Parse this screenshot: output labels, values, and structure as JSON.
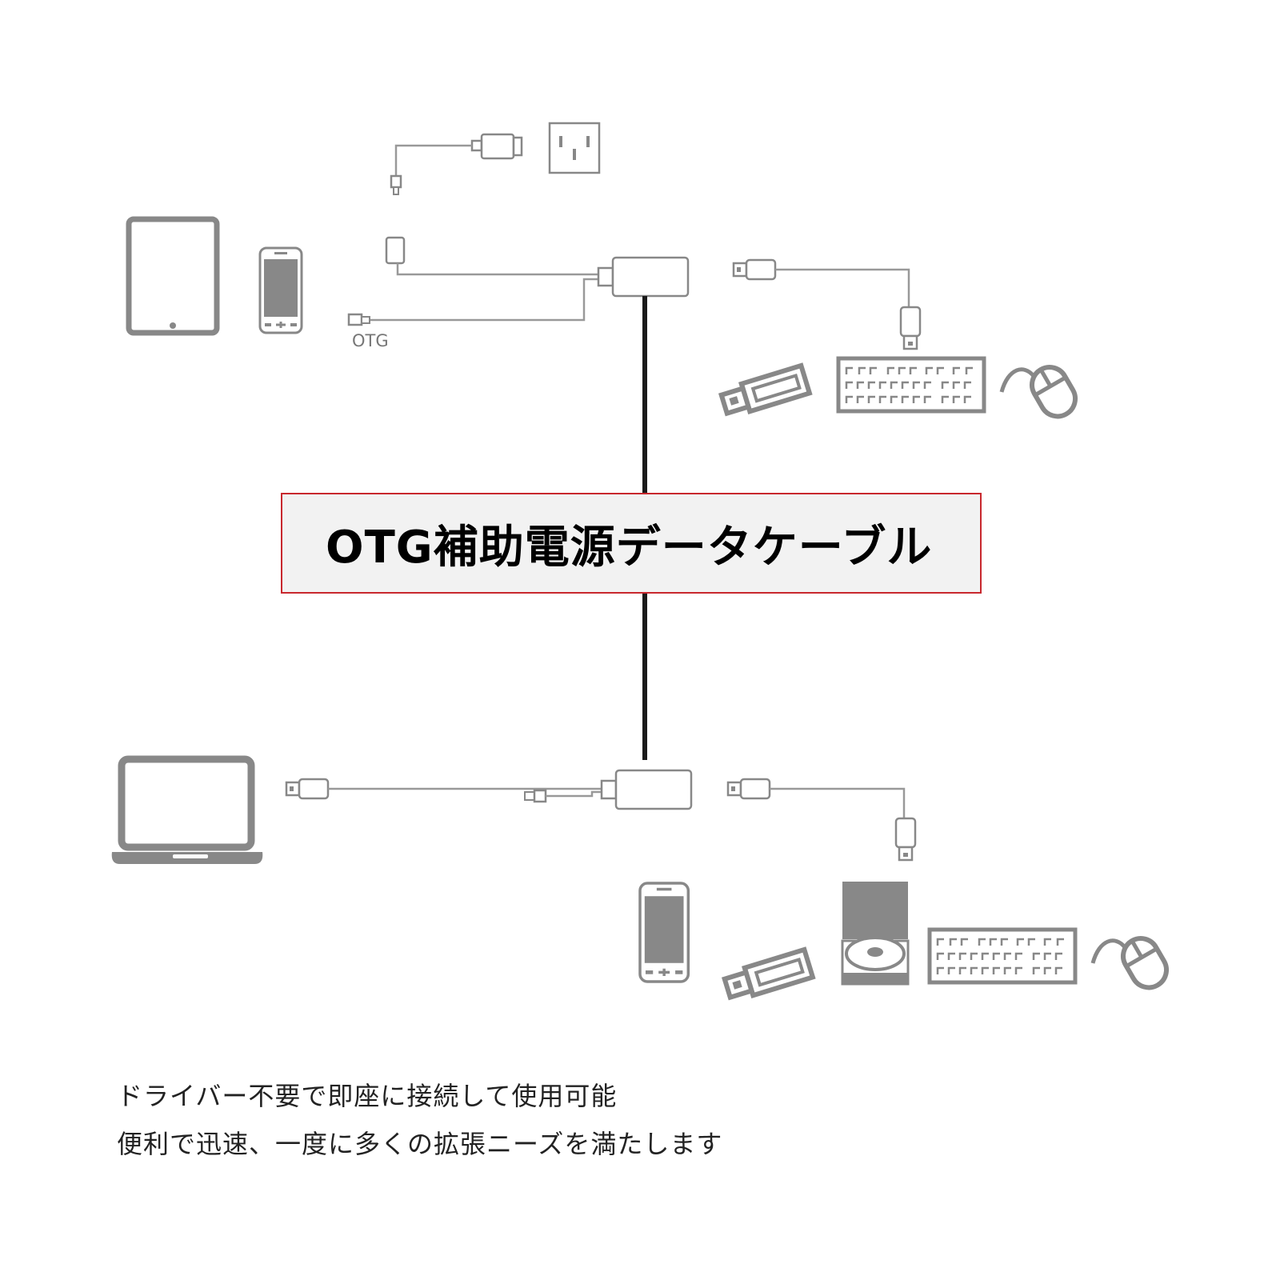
{
  "title": "OTG補助電源データケーブル",
  "otg_label": "OTG",
  "caption": {
    "line1": "ドライバー不要で即座に接続して使用可能",
    "line2": "便利で迅速、一度に多くの拡張ニーズを満たします"
  },
  "colors": {
    "title_border": "#c8282e",
    "title_bg": "#f2f2f2",
    "icon_gray": "#888888",
    "cable": "#1a1a1a",
    "wire": "#999999"
  },
  "icons": {
    "top": [
      "wall-outlet-icon",
      "power-adapter-icon",
      "tablet-icon",
      "smartphone-icon",
      "usb-flash-drive-icon",
      "keyboard-icon",
      "mouse-icon"
    ],
    "bottom": [
      "laptop-icon",
      "smartphone-icon",
      "usb-flash-drive-icon",
      "optical-drive-icon",
      "keyboard-icon",
      "mouse-icon"
    ]
  }
}
